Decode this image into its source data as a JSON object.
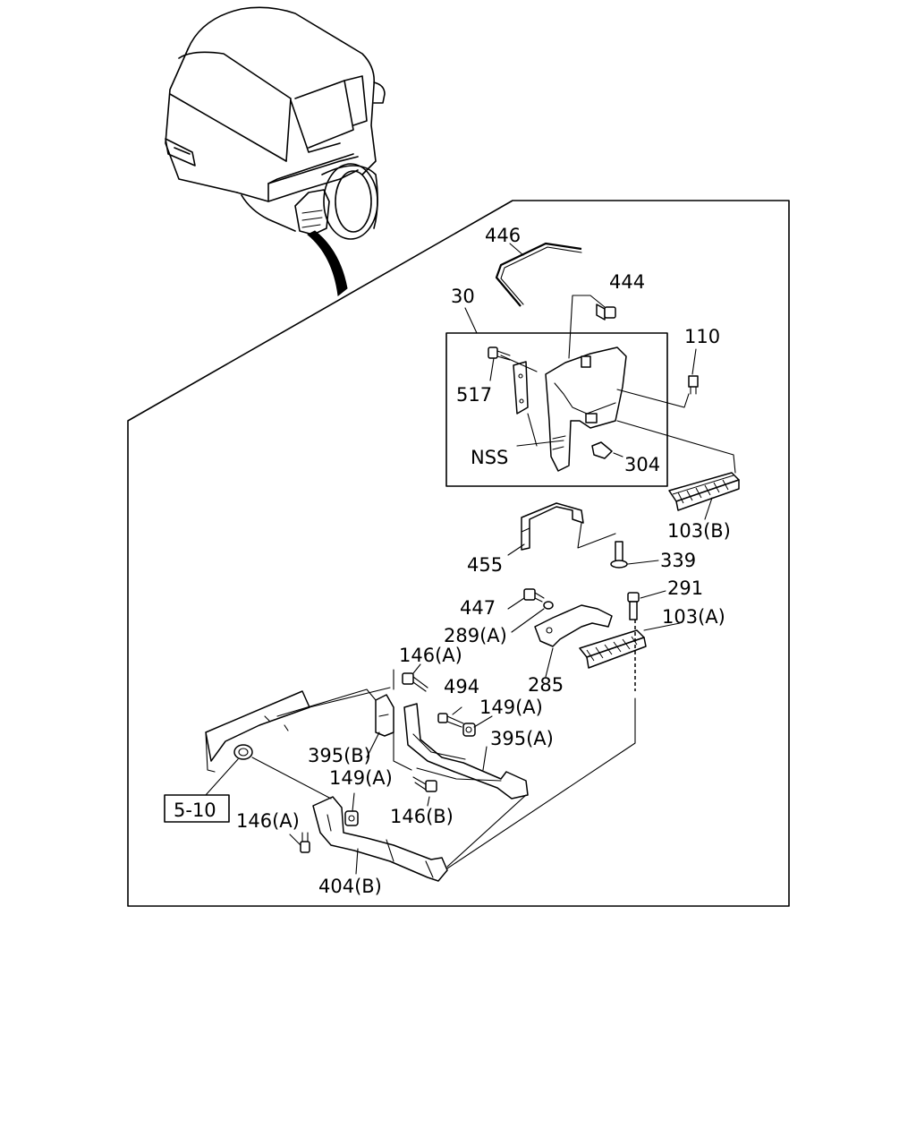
{
  "labels": {
    "p446": "446",
    "p444": "444",
    "p30": "30",
    "p110": "110",
    "p517": "517",
    "pNSS": "NSS",
    "p304": "304",
    "p103b": "103(B)",
    "p455": "455",
    "p339": "339",
    "p291": "291",
    "p447": "447",
    "p103a": "103(A)",
    "p289a": "289(A)",
    "p285": "285",
    "p146a_top": "146(A)",
    "p494": "494",
    "p149a_right": "149(A)",
    "p395a": "395(A)",
    "p395b": "395(B)",
    "p149a_left": "149(A)",
    "p146b": "146(B)",
    "p146a_left": "146(A)",
    "p404b": "404(B)",
    "ref510": "5-10"
  }
}
